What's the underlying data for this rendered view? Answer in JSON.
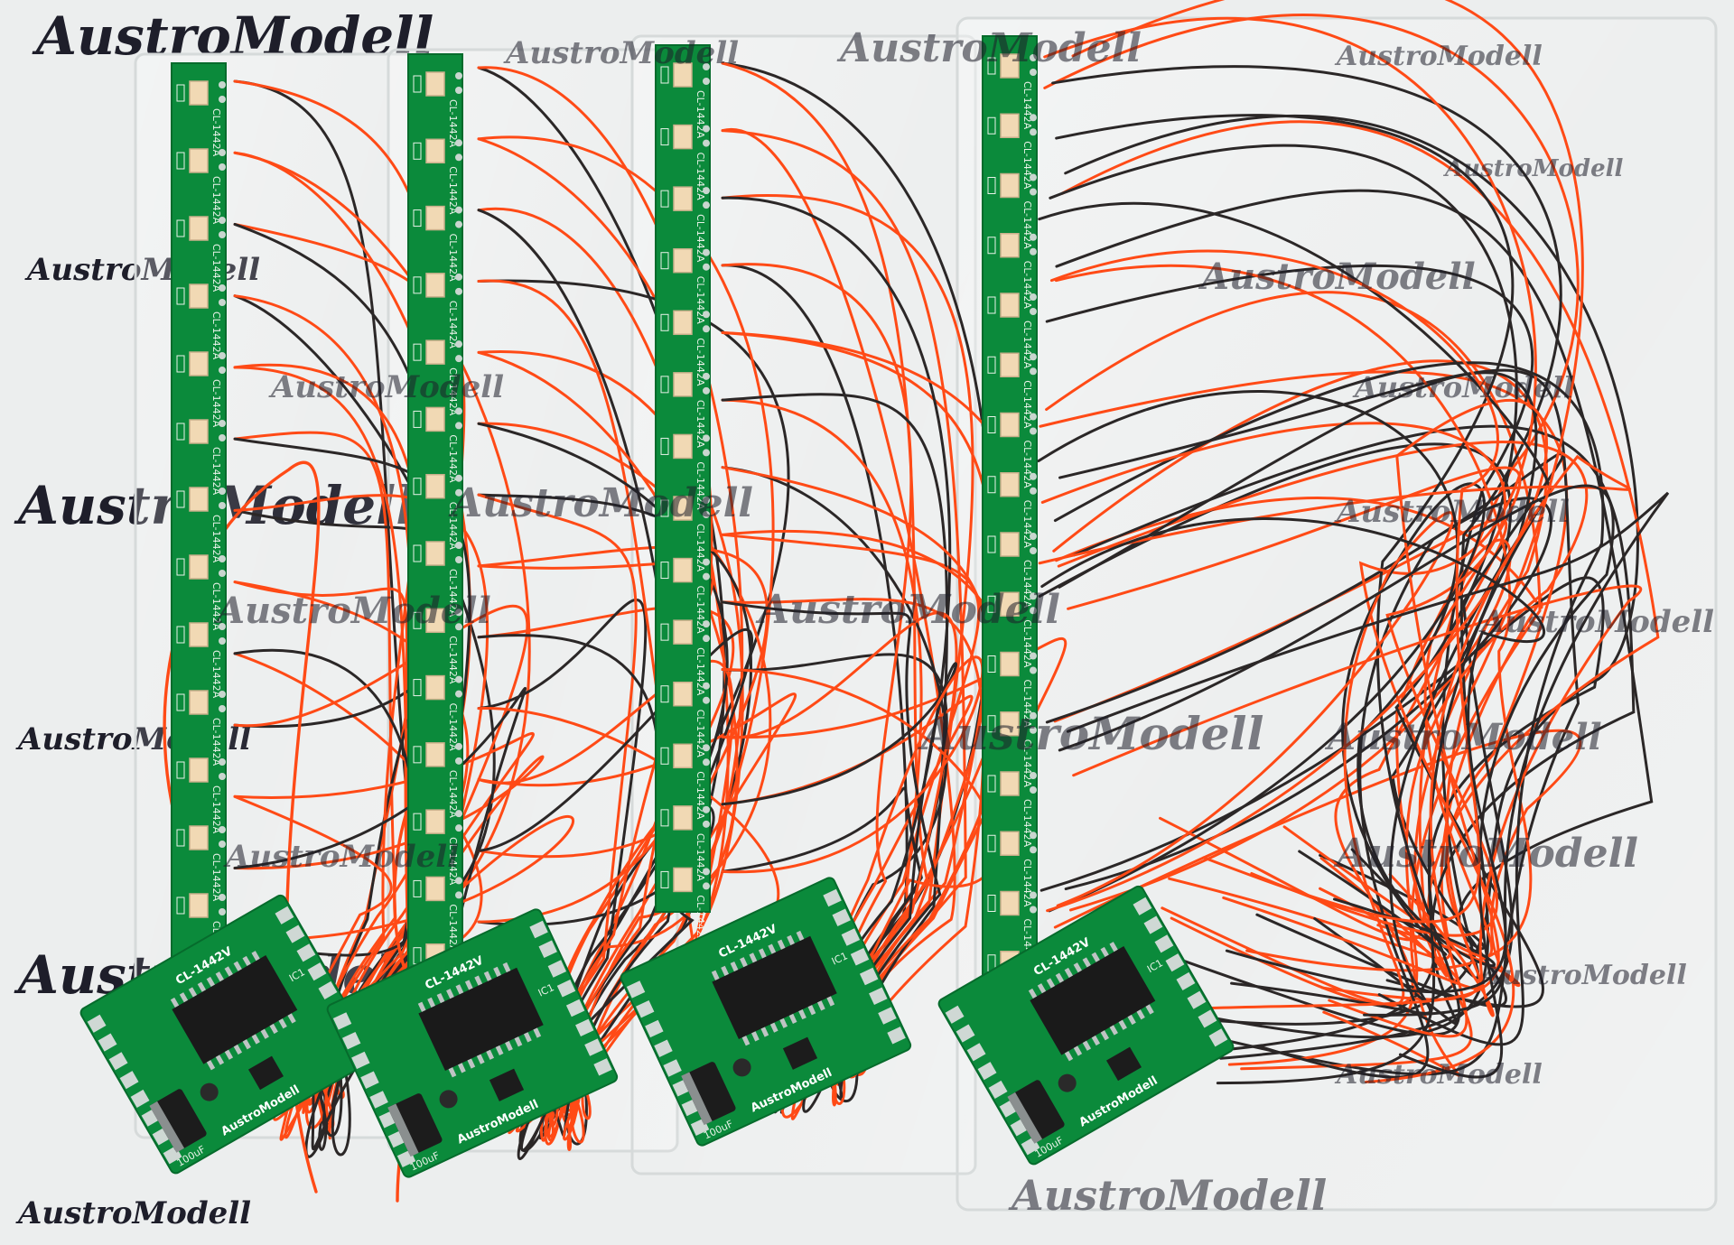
{
  "watermark": {
    "text": "AustroModell"
  },
  "strip": {
    "part_label": "CL-1442A"
  },
  "driver": {
    "chip_label": "CL-1442V",
    "ic_label": "IC1",
    "cap_label": "100uF",
    "brand_label": "AustroModell"
  },
  "colors": {
    "background": "#eceeee",
    "pcb": "#0b8a3b",
    "wire_red": "#ff4a16",
    "wire_black": "#2b2727",
    "led": "#f1d9b4"
  }
}
